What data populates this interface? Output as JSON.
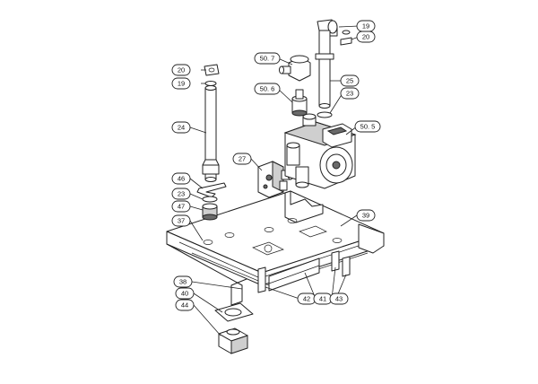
{
  "callouts": [
    {
      "id": "c19a",
      "label": "19"
    },
    {
      "id": "c20a",
      "label": "20"
    },
    {
      "id": "c507",
      "label": "50. 7"
    },
    {
      "id": "c25",
      "label": "25"
    },
    {
      "id": "c20b",
      "label": "20"
    },
    {
      "id": "c19b",
      "label": "19"
    },
    {
      "id": "c506",
      "label": "50. 6"
    },
    {
      "id": "c23a",
      "label": "23"
    },
    {
      "id": "c505",
      "label": "50. 5"
    },
    {
      "id": "c24",
      "label": "24"
    },
    {
      "id": "c27",
      "label": "27"
    },
    {
      "id": "c46",
      "label": "46"
    },
    {
      "id": "c23b",
      "label": "23"
    },
    {
      "id": "c47",
      "label": "47"
    },
    {
      "id": "c39",
      "label": "39"
    },
    {
      "id": "c37",
      "label": "37"
    },
    {
      "id": "c38",
      "label": "38"
    },
    {
      "id": "c40",
      "label": "40"
    },
    {
      "id": "c44",
      "label": "44"
    },
    {
      "id": "c42",
      "label": "42"
    },
    {
      "id": "c41",
      "label": "41"
    },
    {
      "id": "c43",
      "label": "43"
    }
  ]
}
